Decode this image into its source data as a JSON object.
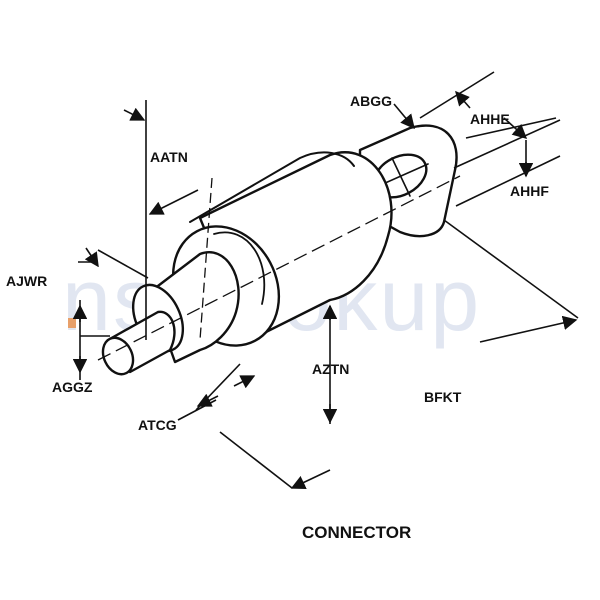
{
  "diagram": {
    "labels": {
      "abgg": "ABGG",
      "ahhe": "AHHE",
      "ahhf": "AHHF",
      "aatn": "AATN",
      "ajwr": "AJWR",
      "aggz": "AGGZ",
      "aztn": "AZTN",
      "atcg": "ATCG",
      "bfkt": "BFKT"
    },
    "caption": "CONNECTOR",
    "watermark": "nsnlookup"
  },
  "colors": {
    "ink": "#111111",
    "watermark": "#c9d3e6",
    "marker": "#e8a06a"
  }
}
